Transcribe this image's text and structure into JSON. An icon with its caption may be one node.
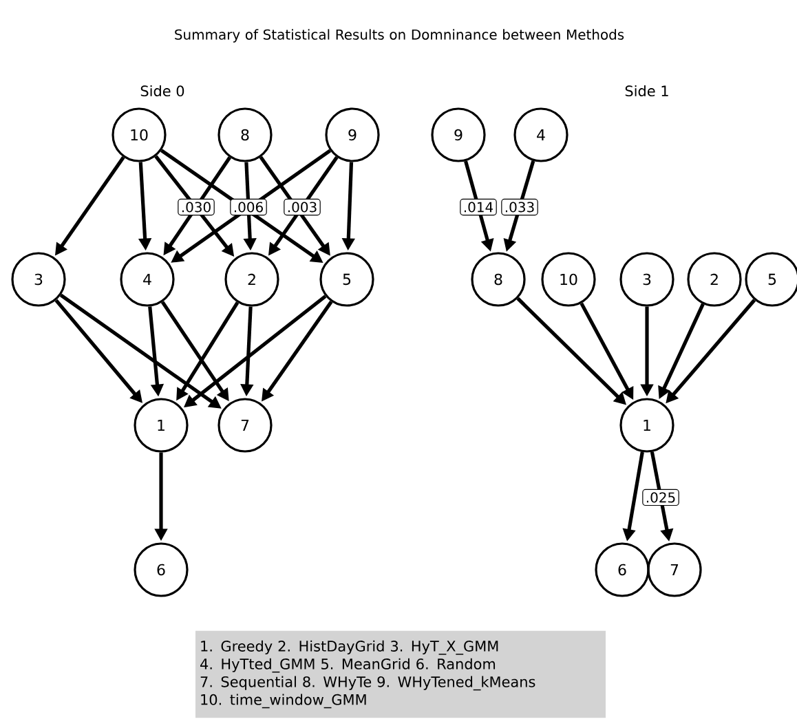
{
  "diagram": {
    "title": "Summary of Statistical Results on Domninance between Methods",
    "nodes": [
      {
        "text": [
          "10"
        ]
      },
      {
        "text": [
          "8"
        ]
      },
      {
        "text": [
          "9"
        ]
      },
      {
        "text": [
          "3"
        ]
      },
      {
        "text": [
          "4"
        ]
      },
      {
        "text": [
          "2"
        ]
      },
      {
        "text": [
          "5"
        ]
      },
      {
        "text": [
          "1"
        ]
      },
      {
        "text": [
          "7"
        ]
      },
      {
        "text": [
          "6"
        ]
      },
      {
        "text": [
          "9"
        ]
      },
      {
        "text": [
          "4"
        ]
      },
      {
        "text": [
          "8"
        ]
      },
      {
        "text": [
          "10"
        ]
      },
      {
        "text": [
          "3"
        ]
      },
      {
        "text": [
          "2"
        ]
      },
      {
        "text": [
          "5"
        ]
      },
      {
        "text": [
          "1"
        ]
      },
      {
        "text": [
          "6"
        ]
      },
      {
        "text": [
          "7"
        ]
      },
      {
        "text": [
          "1. Greedy 2. HistDayGrid 3. HyT_X_GMM",
          "4. HyTted_GMM 5. MeanGrid 6. Random",
          "7. Sequential 8. WHyTe 9. WHyTened_kMeans",
          "10. time_window_GMM"
        ]
      }
    ],
    "edges": [
      {
        "from": 0,
        "to": 3,
        "arrow": "to"
      },
      {
        "from": 0,
        "to": 4,
        "arrow": "to"
      },
      {
        "from": 0,
        "to": 5,
        "arrow": "to"
      },
      {
        "from": 0,
        "to": 6,
        "arrow": "to"
      },
      {
        "from": 1,
        "to": 4,
        "arrow": "to",
        "label": ".030"
      },
      {
        "from": 1,
        "to": 5,
        "arrow": "to",
        "label": ".006"
      },
      {
        "from": 1,
        "to": 6,
        "arrow": "to"
      },
      {
        "from": 2,
        "to": 4,
        "arrow": "to"
      },
      {
        "from": 2,
        "to": 5,
        "arrow": "to",
        "label": ".003"
      },
      {
        "from": 2,
        "to": 6,
        "arrow": "to"
      },
      {
        "from": 3,
        "to": 7,
        "arrow": "to"
      },
      {
        "from": 3,
        "to": 8,
        "arrow": "to"
      },
      {
        "from": 4,
        "to": 7,
        "arrow": "to"
      },
      {
        "from": 4,
        "to": 8,
        "arrow": "to"
      },
      {
        "from": 5,
        "to": 7,
        "arrow": "to"
      },
      {
        "from": 5,
        "to": 8,
        "arrow": "to"
      },
      {
        "from": 6,
        "to": 7,
        "arrow": "to"
      },
      {
        "from": 6,
        "to": 8,
        "arrow": "to"
      },
      {
        "from": 7,
        "to": 9,
        "arrow": "to"
      },
      {
        "from": 10,
        "to": 12,
        "arrow": "to",
        "label": ".014"
      },
      {
        "from": 11,
        "to": 12,
        "arrow": "to",
        "label": ".033"
      },
      {
        "from": 12,
        "to": 17,
        "arrow": "to"
      },
      {
        "from": 13,
        "to": 17,
        "arrow": "to"
      },
      {
        "from": 14,
        "to": 17,
        "arrow": "to"
      },
      {
        "from": 15,
        "to": 17,
        "arrow": "to"
      },
      {
        "from": 16,
        "to": 17,
        "arrow": "to"
      },
      {
        "from": 17,
        "to": 18,
        "arrow": "to"
      },
      {
        "from": 17,
        "to": 19,
        "arrow": "to",
        "label": ".025"
      }
    ],
    "labels": [
      "Side 0",
      "Side 1"
    ]
  }
}
